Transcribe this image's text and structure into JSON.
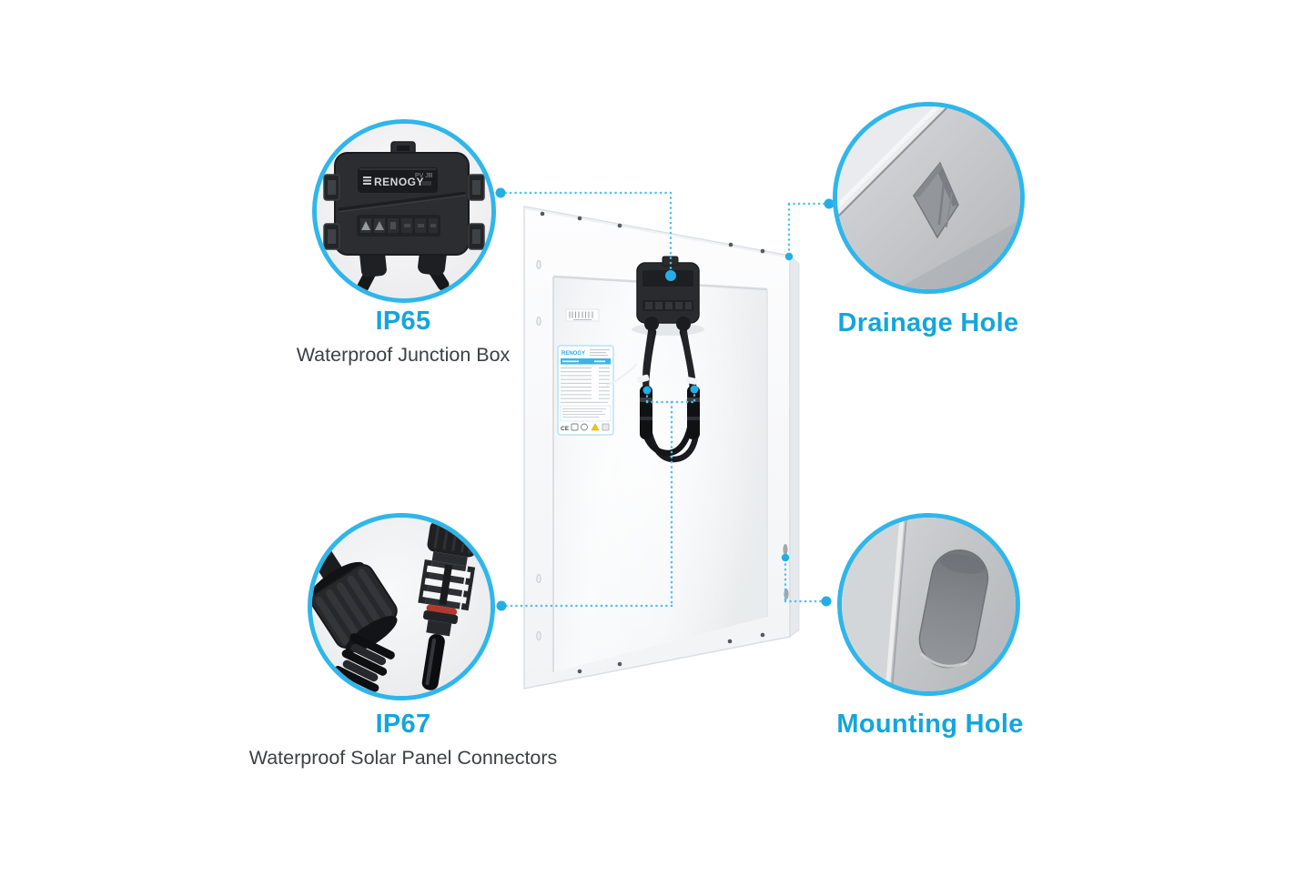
{
  "colors": {
    "accent_circle_border": "#2fb6ea",
    "heading_blue": "#14a5dd",
    "subtitle_text": "#3e4144",
    "leader_line": "#4fc0ee",
    "panel_frame": "#f7f9fa",
    "junction_box_dark": "#2b2d31"
  },
  "callouts": {
    "junction_box": {
      "title": "IP65",
      "subtitle": "Waterproof Junction Box"
    },
    "drainage_hole": {
      "title": "Drainage Hole"
    },
    "connectors": {
      "title": "IP67",
      "subtitle": "Waterproof Solar Panel Connectors"
    },
    "mounting_hole": {
      "title": "Mounting Hole"
    }
  },
  "panel": {
    "junction_box_plate": {
      "brand": "RENOGY",
      "model": "PV JB"
    },
    "spec_label": {
      "brand": "RENOGY",
      "cert": "CE"
    }
  }
}
